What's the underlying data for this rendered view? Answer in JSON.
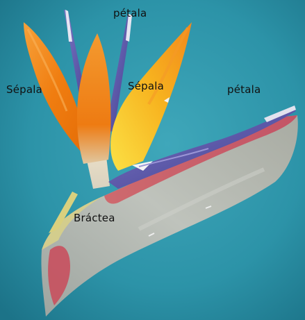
{
  "diagram": {
    "labels": {
      "petala_top": "pétala",
      "sepala_left": "Sépala",
      "sepala_right": "Sépala",
      "petala_right": "pétala",
      "bractea": "Bráctea"
    },
    "colors": {
      "background": "#2E95AA",
      "sepal_orange": "#F28A1A",
      "sepal_yellow": "#F6C21D",
      "petal_blue": "#5A56A8",
      "bract_grey": "#B9BDB7",
      "bract_red": "#C45060",
      "bract_yellow": "#D8CF86"
    }
  }
}
